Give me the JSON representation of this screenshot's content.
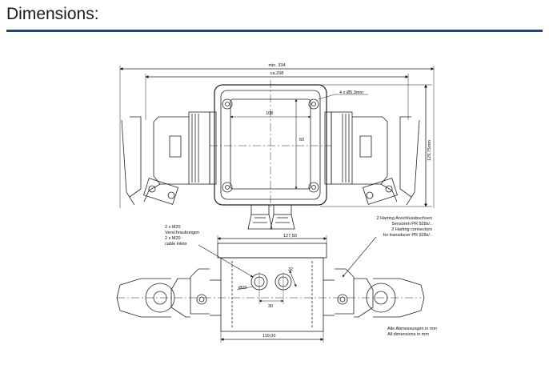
{
  "header": {
    "title": "Dimensions:"
  },
  "top_view": {
    "overall_width": "min. 334",
    "body_width": "ca.298",
    "hole_label": "4 x Ø5,3mm",
    "inner_width": "108",
    "inner_height": "60",
    "overall_height": "129,75mm"
  },
  "front_view": {
    "width_top": "127,50",
    "width_bottom": "119,00",
    "inlet_dia": "Ø20",
    "inlet_spacing": "30",
    "inlet_offset": "32",
    "inlets_label": [
      "2 x M20",
      "Verschraubungen",
      "2 x M20",
      "cable inlets"
    ],
    "connectors_label": [
      "2 Harting Anschlussbuchsen",
      "Sensoren PR 928x/..",
      "2 Harting connectors",
      "for transducer PR 928x/.."
    ],
    "units_note": [
      "Alle Abmessungen in mm",
      "All dimensions in mm"
    ]
  }
}
